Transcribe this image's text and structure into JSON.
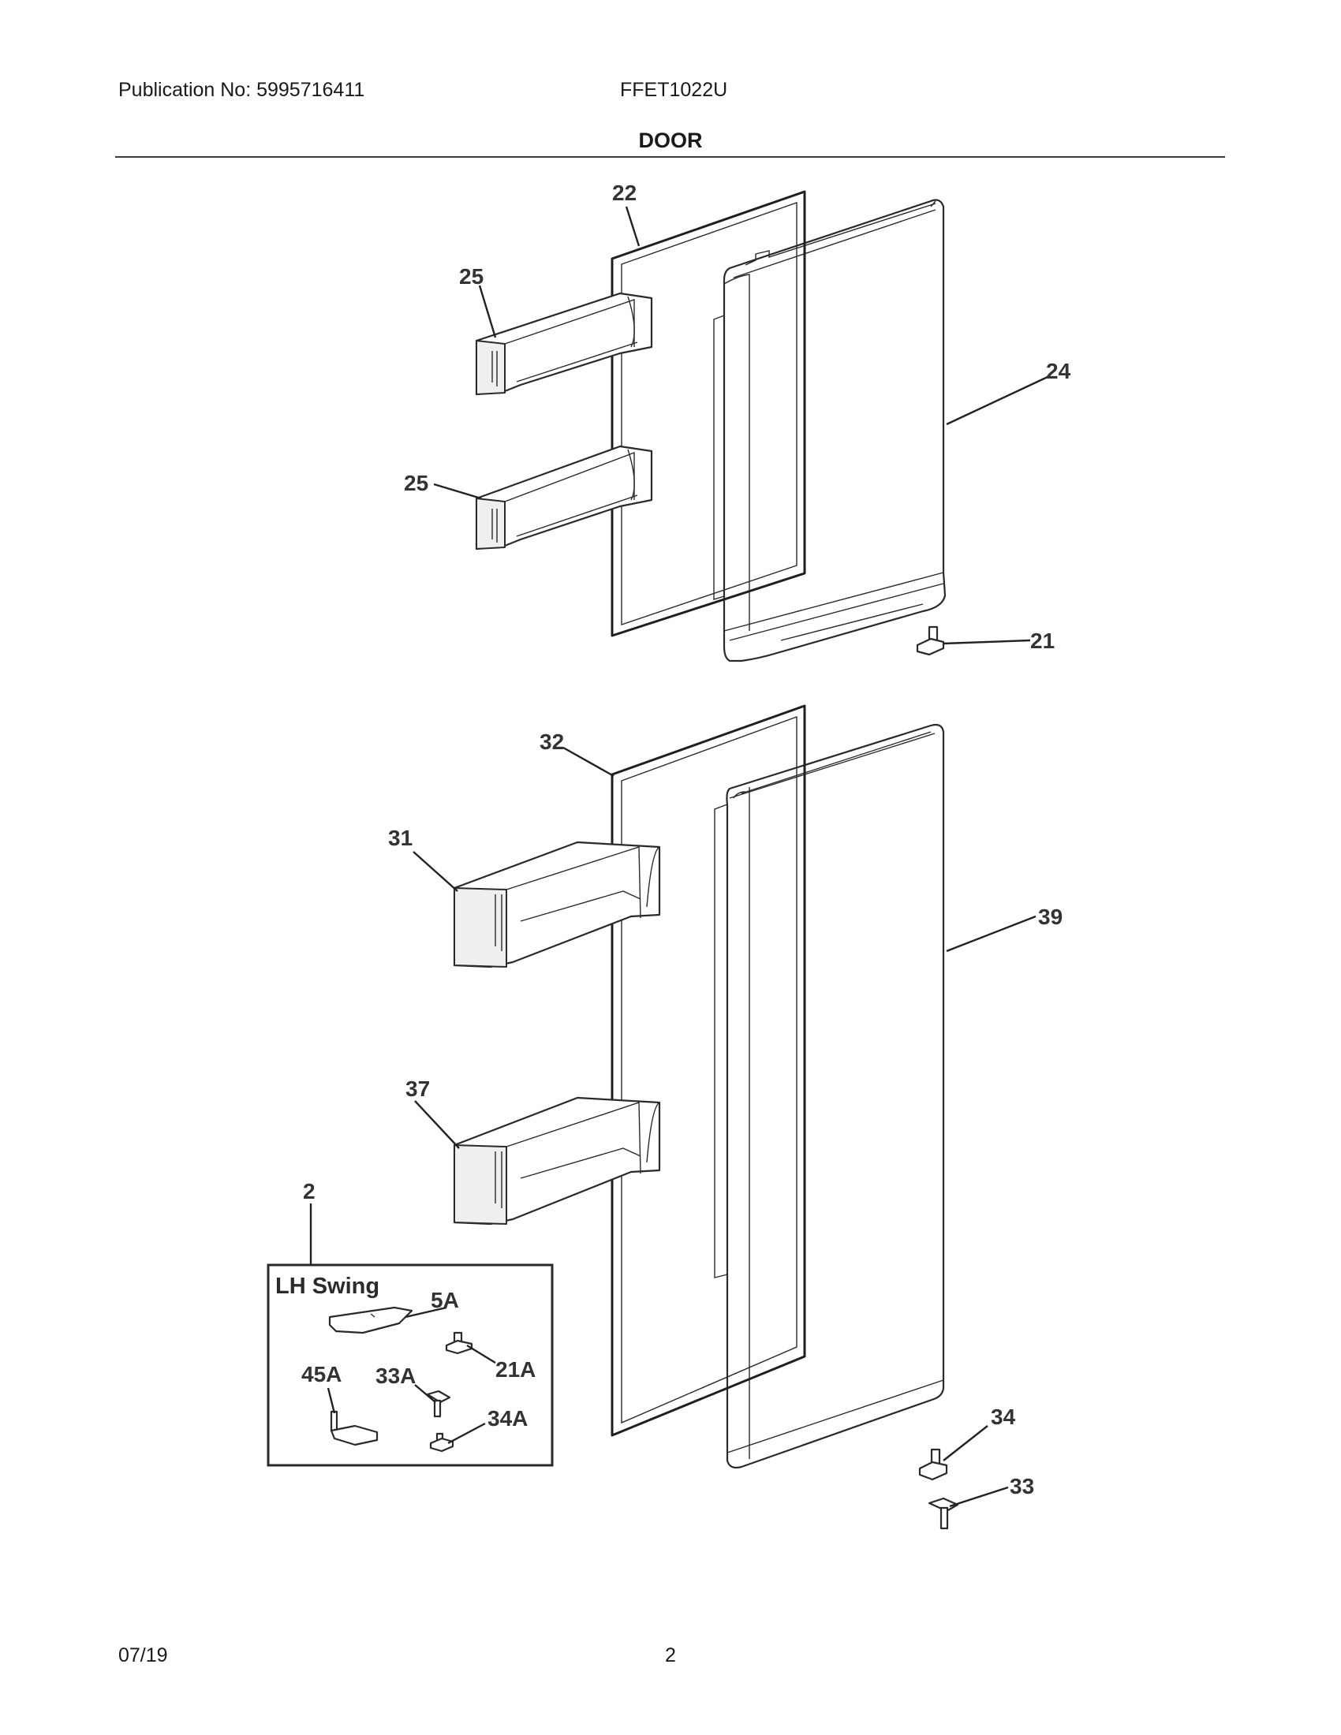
{
  "header": {
    "publication": "Publication No: 5995716411",
    "model": "FFET1022U",
    "section_title": "DOOR"
  },
  "footer": {
    "date": "07/19",
    "page_number": "2"
  },
  "callouts": {
    "c22": "22",
    "c25a": "25",
    "c25b": "25",
    "c24": "24",
    "c21": "21",
    "c32": "32",
    "c31": "31",
    "c39": "39",
    "c37": "37",
    "c2": "2",
    "c34": "34",
    "c33": "33"
  },
  "inset": {
    "title": "LH Swing",
    "labels": {
      "l5a": "5A",
      "l21a": "21A",
      "l45a": "45A",
      "l33a": "33A",
      "l34a": "34A"
    }
  }
}
